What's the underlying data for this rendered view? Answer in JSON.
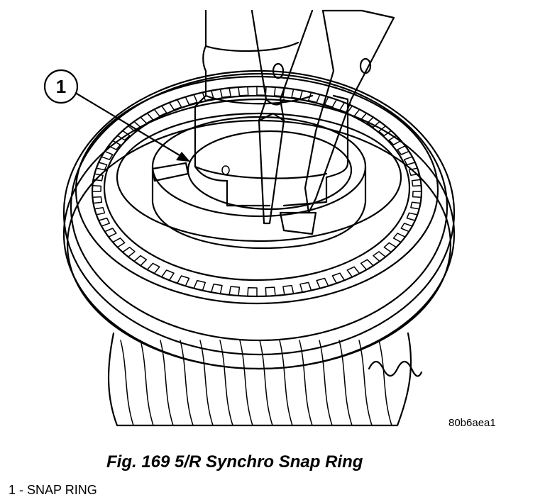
{
  "figure": {
    "callout_number": "1",
    "image_code": "80b6aea1",
    "caption": "Fig. 169 5/R Synchro Snap Ring",
    "legend": [
      {
        "text": "1 - SNAP RING"
      }
    ]
  },
  "colors": {
    "ink": "#000000",
    "paper": "#ffffff"
  }
}
